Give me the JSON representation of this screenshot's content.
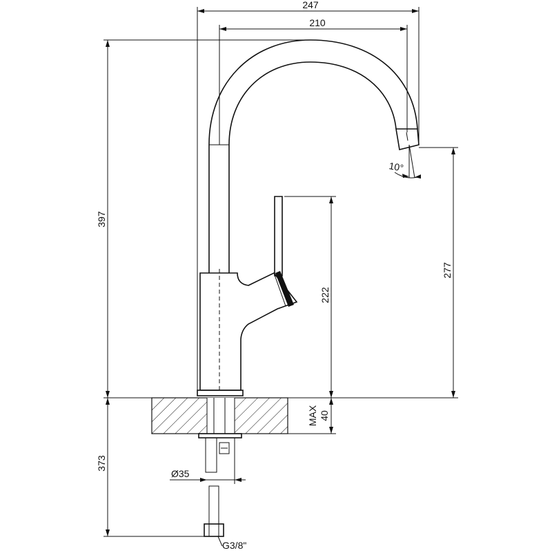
{
  "dimensions": {
    "overall_reach": "247",
    "spout_reach": "210",
    "total_height": "397",
    "spout_outlet_height": "277",
    "lever_height": "222",
    "spout_angle": "10°",
    "max_label": "MAX",
    "deck_thickness": "40",
    "below_deck_length": "373",
    "mounting_diameter": "Ø35",
    "connection_thread": "G3/8\""
  },
  "colors": {
    "line": "#111111",
    "background": "#ffffff"
  }
}
